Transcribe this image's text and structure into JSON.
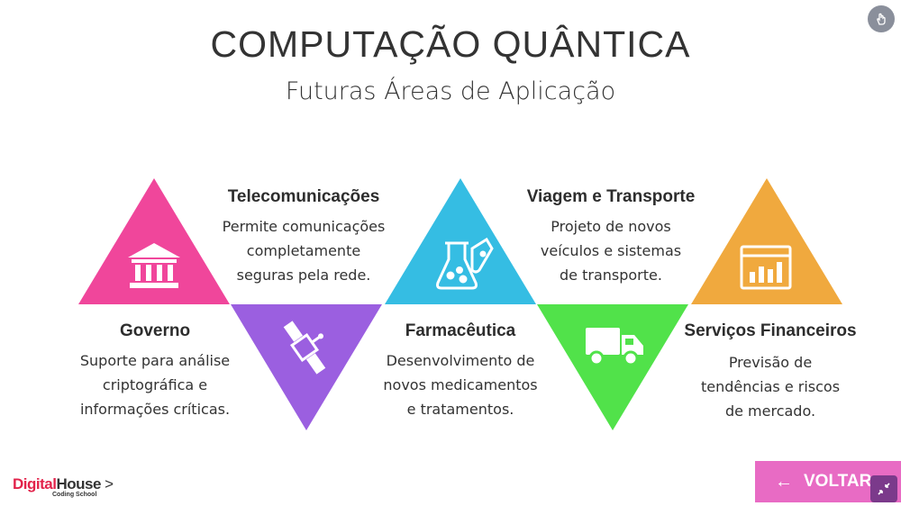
{
  "header": {
    "title": "COMPUTAÇÃO QUÂNTICA",
    "subtitle": "Futuras Áreas de Aplicação"
  },
  "items": [
    {
      "heading": "Governo",
      "lines": [
        "Suporte para análise",
        "criptográfica e",
        "informações críticas."
      ],
      "color": "#f0469b",
      "icon": "bank-icon"
    },
    {
      "heading": "Telecomunicações",
      "lines": [
        "Permite comunicações",
        "completamente",
        "seguras pela rede."
      ],
      "color": "#9b5fe0",
      "icon": "satellite-icon"
    },
    {
      "heading": "Farmacêutica",
      "lines": [
        "Desenvolvimento de",
        "novos medicamentos",
        "e tratamentos."
      ],
      "color": "#35bde3",
      "icon": "flask-icon"
    },
    {
      "heading": "Viagem e Transporte",
      "lines": [
        "Projeto de novos",
        "veículos e sistemas",
        "de transporte."
      ],
      "color": "#51e24a",
      "icon": "truck-icon"
    },
    {
      "heading": "Serviços Financeiros",
      "lines": [
        "Previsão de",
        "tendências e riscos",
        "de mercado."
      ],
      "color": "#f0a93e",
      "icon": "chart-icon"
    }
  ],
  "logo": {
    "brand_a": "Digital",
    "brand_b": "House",
    "arrow": ">",
    "tagline": "Coding School"
  },
  "back_button": {
    "label": "VOLTAR",
    "arrow": "←",
    "color": "#e86bc4"
  }
}
